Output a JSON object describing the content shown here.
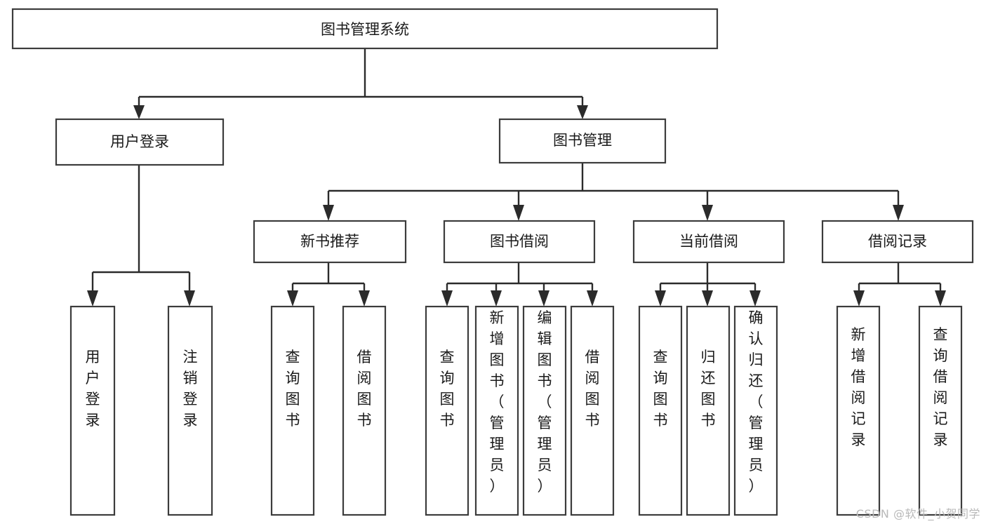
{
  "diagram": {
    "type": "tree",
    "title": "图书管理系统",
    "watermark": "CSDN @软件_小贺同学",
    "root": {
      "id": "root",
      "label": "图书管理系统",
      "orientation": "horizontal"
    },
    "level1": [
      {
        "id": "user-login",
        "label": "用户登录",
        "orientation": "horizontal"
      },
      {
        "id": "book-manage",
        "label": "图书管理",
        "orientation": "horizontal"
      }
    ],
    "level2": [
      {
        "id": "new-book-rec",
        "label": "新书推荐",
        "orientation": "horizontal",
        "parent": "book-manage"
      },
      {
        "id": "book-borrow",
        "label": "图书借阅",
        "orientation": "horizontal",
        "parent": "book-manage"
      },
      {
        "id": "current-borrow",
        "label": "当前借阅",
        "orientation": "horizontal",
        "parent": "book-manage"
      },
      {
        "id": "borrow-record",
        "label": "借阅记录",
        "orientation": "horizontal",
        "parent": "book-manage"
      }
    ],
    "leaves": [
      {
        "id": "leaf-user-login",
        "label": "用户登录",
        "parent": "user-login",
        "orientation": "vertical"
      },
      {
        "id": "leaf-logout",
        "label": "注销登录",
        "parent": "user-login",
        "orientation": "vertical"
      },
      {
        "id": "leaf-query-book-1",
        "label": "查询图书",
        "parent": "new-book-rec",
        "orientation": "vertical"
      },
      {
        "id": "leaf-borrow-book-1",
        "label": "借阅图书",
        "parent": "new-book-rec",
        "orientation": "vertical"
      },
      {
        "id": "leaf-query-book-2",
        "label": "查询图书",
        "parent": "book-borrow",
        "orientation": "vertical"
      },
      {
        "id": "leaf-add-book",
        "label": "新增图书（管理员）",
        "parent": "book-borrow",
        "orientation": "vertical"
      },
      {
        "id": "leaf-edit-book",
        "label": "编辑图书（管理员）",
        "parent": "book-borrow",
        "orientation": "vertical"
      },
      {
        "id": "leaf-borrow-book-2",
        "label": "借阅图书",
        "parent": "book-borrow",
        "orientation": "vertical"
      },
      {
        "id": "leaf-query-book-3",
        "label": "查询图书",
        "parent": "current-borrow",
        "orientation": "vertical"
      },
      {
        "id": "leaf-return-book",
        "label": "归还图书",
        "parent": "current-borrow",
        "orientation": "vertical"
      },
      {
        "id": "leaf-confirm-return",
        "label": "确认归还（管理员）",
        "parent": "current-borrow",
        "orientation": "vertical"
      },
      {
        "id": "leaf-add-record",
        "label": "新增借阅记录",
        "parent": "borrow-record",
        "orientation": "vertical"
      },
      {
        "id": "leaf-query-record",
        "label": "查询借阅记录",
        "parent": "borrow-record",
        "orientation": "vertical"
      }
    ],
    "colors": {
      "box_fill": "#ffffff",
      "box_stroke": "#3c3c3c",
      "connector": "#2b2b2b",
      "text": "#1a1a1a",
      "watermark": "#b9b9b9",
      "background": "#ffffff"
    }
  }
}
